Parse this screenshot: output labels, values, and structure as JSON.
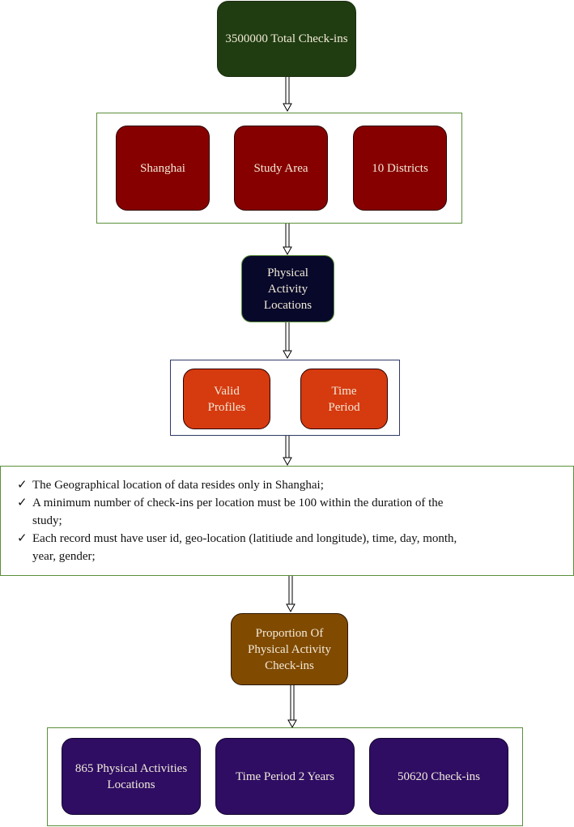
{
  "colors": {
    "dark_green": "#203d11",
    "maroon": "#870000",
    "navy": "#07082a",
    "orange_red": "#d63a0f",
    "brown": "#804a00",
    "purple": "#2e0d63",
    "frame_green": "#5b8f3a",
    "frame_navy": "#2f3a66"
  },
  "total": "3500000 Total Check-ins",
  "study": {
    "items": [
      "Shanghai",
      "Study Area",
      "10 Districts"
    ]
  },
  "pa_locations": "Physical Activity Locations",
  "filters": {
    "items": [
      "Valid Profiles",
      "Time Period"
    ]
  },
  "criteria": {
    "mark": "✓",
    "items": [
      "The Geographical location of data resides only in Shanghai;",
      "A minimum number of check-ins per location must be 100 within the duration of the study;",
      "Each record must have user id, geo-location (latitiude and longitude), time, day, month, year, gender;"
    ]
  },
  "proportion": "Proportion Of Physical Activity Check-ins",
  "results": {
    "items": [
      "865 Physical Activities Locations",
      "Time Period 2 Years",
      "50620 Check-ins"
    ]
  }
}
